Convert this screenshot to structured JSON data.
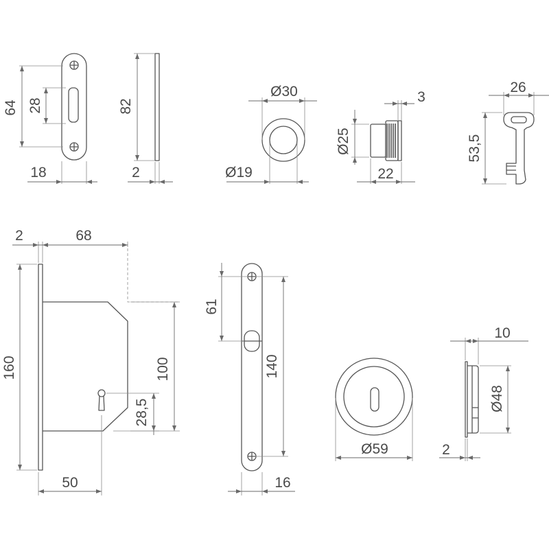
{
  "dimensions": {
    "strike_width": "18",
    "strike_height": "64",
    "strike_slot": "28",
    "plate_height": "82",
    "plate_thickness": "2",
    "pull_outer": "Ø30",
    "pull_inner": "Ø19",
    "cyl_diameter": "Ø25",
    "cyl_length": "22",
    "cyl_flange": "3",
    "key_width": "26",
    "key_length": "53,5",
    "lock_front_thk": "2",
    "lock_depth": "68",
    "lock_front_height": "160",
    "lock_body_height": "100",
    "lock_keyhole_h": "28,5",
    "lock_backset": "50",
    "face_slot_pos": "61",
    "face_height": "140",
    "face_width": "16",
    "rose_diameter": "Ø59",
    "rose_side_depth": "10",
    "rose_side_diam": "Ø48",
    "rose_side_thk": "2"
  }
}
